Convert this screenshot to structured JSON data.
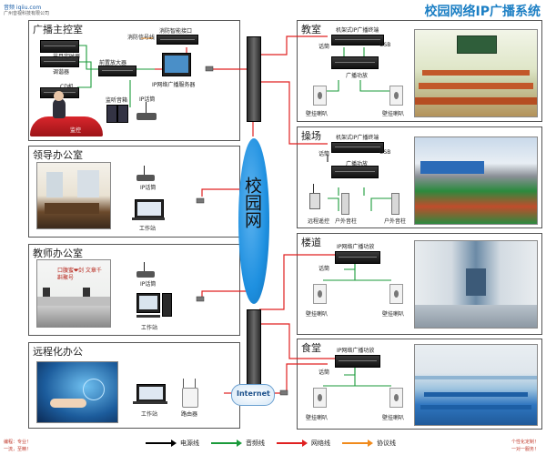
{
  "header": {
    "logo_brand": "音频 iqiiu.com",
    "logo_sub": "广州音视科技有限公司",
    "main_title": "校园网络IP广播系统"
  },
  "center": {
    "label": "校园网"
  },
  "internet": {
    "label": "Internet"
  },
  "rooms": {
    "broadcast": {
      "title": "广播主控室",
      "labels": {
        "timer": "节目定时器",
        "tuner": "调谐器",
        "cd": "CD机",
        "preamp": "前置放大器",
        "fire_signal": "消防信号线",
        "fire_interface": "消防智能接口",
        "ip_server": "IP网络广播服务器",
        "monitor_speaker": "监听音箱",
        "ip_mic": "IP话筒",
        "desk": "监控"
      }
    },
    "leader": {
      "title": "领导办公室",
      "labels": {
        "ip_mic": "IP话筒",
        "workstation": "工作站"
      }
    },
    "teacher": {
      "title": "教师办公室",
      "labels": {
        "ip_mic": "IP话筒",
        "workstation": "工作站"
      },
      "wall_text": "口腹蜜❤剑 文章千斟聚号"
    },
    "remote": {
      "title": "远程化办公",
      "labels": {
        "workstation": "工作站",
        "router": "路由器"
      }
    },
    "classroom": {
      "title": "教室",
      "labels": {
        "terminal": "机架式IP广播终端",
        "mic": "话筒",
        "usb": "USB",
        "amp": "广播功放",
        "spk_left": "壁挂喇叭",
        "spk_right": "壁挂喇叭"
      }
    },
    "playground": {
      "title": "操场",
      "labels": {
        "terminal": "机架式IP广播终端",
        "mic": "话筒",
        "usb": "USB",
        "amp": "广播功放",
        "remote_ctrl": "远程遥控",
        "col_left": "户外音柱",
        "col_right": "户外音柱"
      }
    },
    "corridor": {
      "title": "楼道",
      "labels": {
        "amp": "IP网络广播功放",
        "mic": "话筒",
        "spk_left": "壁挂喇叭",
        "spk_right": "壁挂喇叭"
      }
    },
    "canteen": {
      "title": "食堂",
      "labels": {
        "amp": "IP网络广播功放",
        "mic": "话筒",
        "spk_left": "壁挂喇叭",
        "spk_right": "壁挂喇叭"
      }
    }
  },
  "legend": {
    "items": [
      {
        "label": "电源线",
        "color": "#000000"
      },
      {
        "label": "音频线",
        "color": "#1a9a3a"
      },
      {
        "label": "网络线",
        "color": "#e02020"
      },
      {
        "label": "协议线",
        "color": "#f08a1c"
      }
    ]
  },
  "footer": {
    "left_line1": "编程：专业！",
    "left_line2": "一流，至精！",
    "right_line1": "个性化定制！",
    "right_line2": "一对一服务！"
  },
  "colors": {
    "network": "#e02020",
    "audio": "#1a9a3a",
    "power": "#000000",
    "protocol": "#f08a1c",
    "cloud": "#1e90e0",
    "title": "#1c7fc4"
  }
}
